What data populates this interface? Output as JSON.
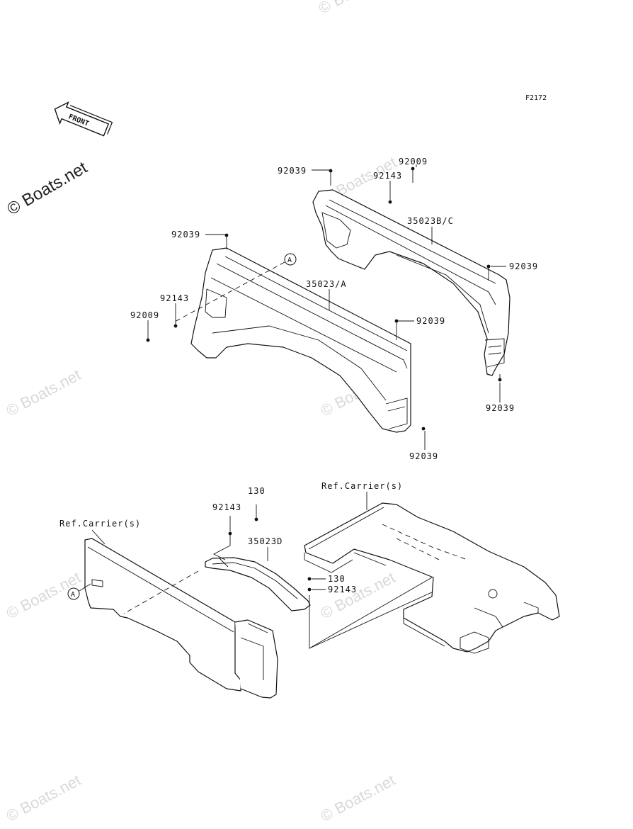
{
  "figure_code": "F2172",
  "front_arrow_label": "FRONT",
  "watermark": {
    "main": "© Boats.net",
    "faint": "© Boats.net"
  },
  "ref_marker": "A",
  "callouts": {
    "p92039_a": "92039",
    "p92009_a": "92009",
    "p92143_a": "92143",
    "p35023bc": "35023B/C",
    "p92039_b": "92039",
    "p92039_c": "92039",
    "p92039_d": "92039",
    "p35023a": "35023/A",
    "p92143_b": "92143",
    "p92009_b": "92009",
    "p92039_e": "92039",
    "p92039_f": "92039",
    "p130_a": "130",
    "p92143_c": "92143",
    "p35023d": "35023D",
    "p130_b": "130",
    "p92143_d": "92143",
    "ref_carrier_left": "Ref.Carrier(s)",
    "ref_carrier_right": "Ref.Carrier(s)"
  }
}
